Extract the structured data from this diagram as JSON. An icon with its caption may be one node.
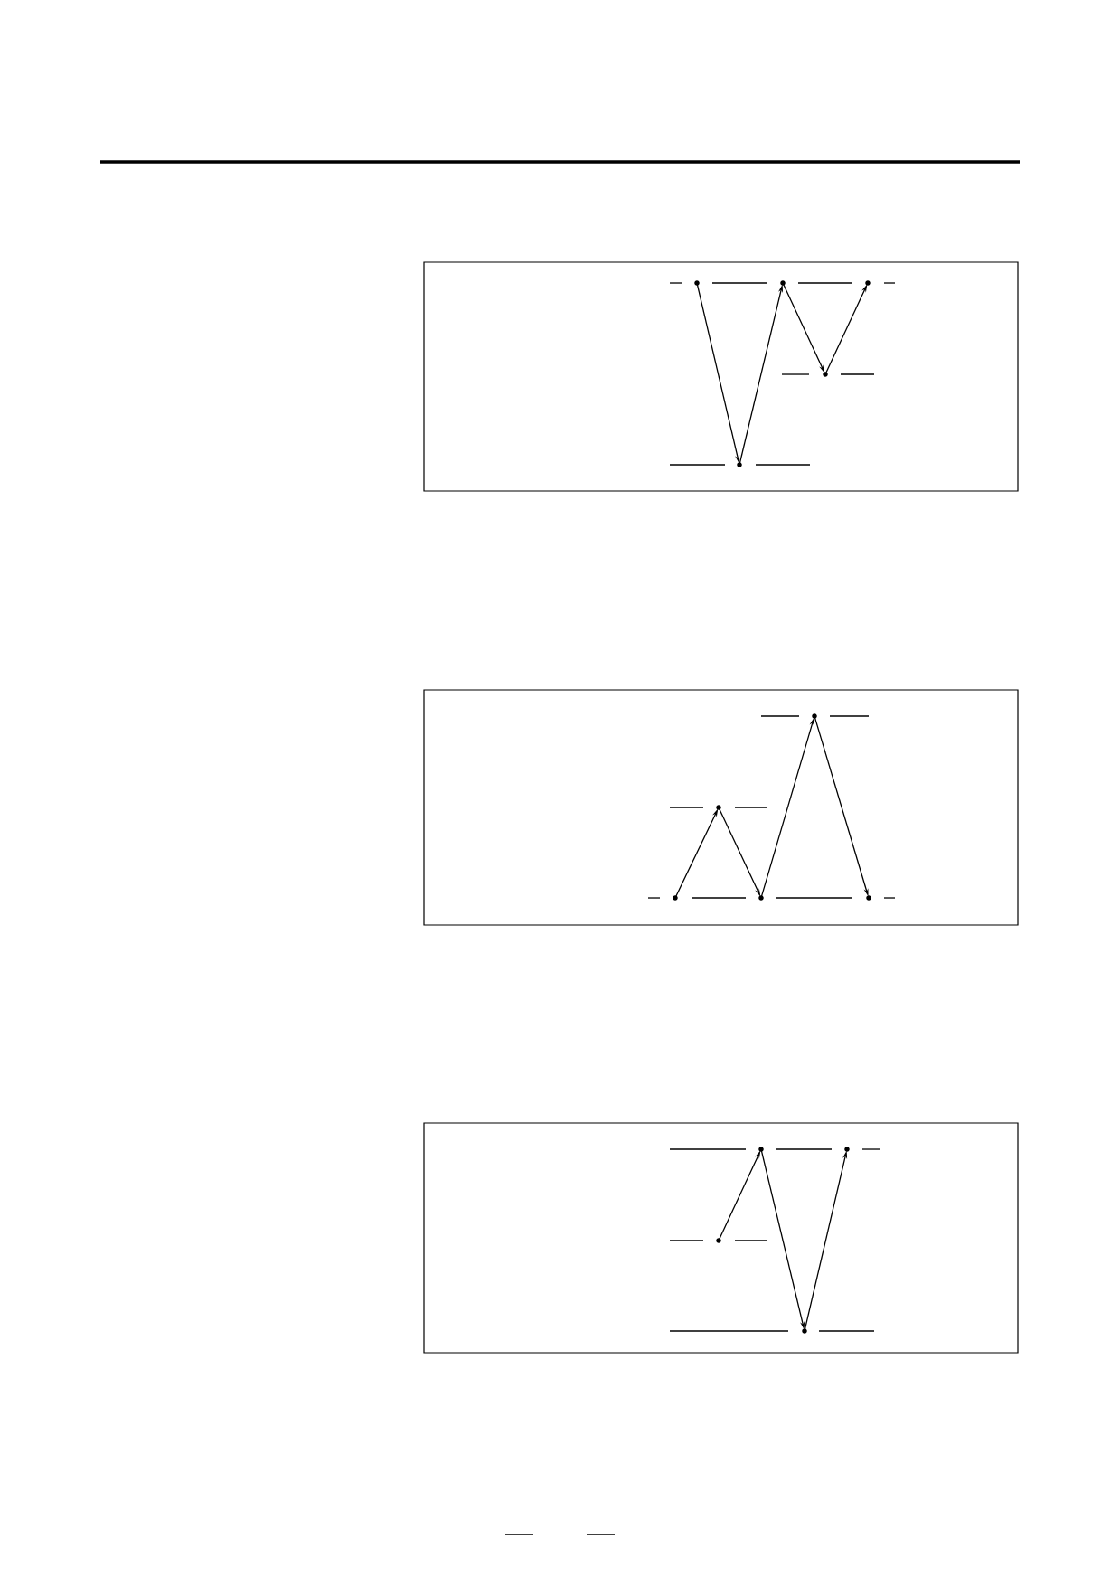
{
  "diagram": {
    "nodes": [
      {
        "text": [],
        "shape": "box"
      },
      {
        "text": [],
        "shape": "circle",
        "in": 0
      },
      {
        "text": [],
        "shape": "circle",
        "in": 0
      },
      {
        "text": [],
        "shape": "circle",
        "in": 0
      },
      {
        "text": [],
        "shape": "circle",
        "in": 0
      },
      {
        "text": [],
        "shape": "circle",
        "in": 0
      },
      {
        "text": [],
        "shape": "box"
      },
      {
        "text": [],
        "shape": "circle",
        "in": 6
      },
      {
        "text": [],
        "shape": "circle",
        "in": 6
      },
      {
        "text": [],
        "shape": "circle",
        "in": 6
      },
      {
        "text": [],
        "shape": "circle",
        "in": 6
      },
      {
        "text": [],
        "shape": "circle",
        "in": 6
      },
      {
        "text": [],
        "shape": "box"
      },
      {
        "text": [],
        "shape": "circle",
        "in": 12
      },
      {
        "text": [],
        "shape": "circle",
        "in": 12
      },
      {
        "text": [],
        "shape": "circle",
        "in": 12
      },
      {
        "text": [],
        "shape": "circle",
        "in": 12
      }
    ],
    "edges": [
      {
        "from": 1,
        "to": 2,
        "arrow": "to"
      },
      {
        "from": 2,
        "to": 3,
        "arrow": "to"
      },
      {
        "from": 3,
        "to": 4,
        "arrow": "to"
      },
      {
        "from": 4,
        "to": 5,
        "arrow": "to"
      },
      {
        "from": 7,
        "to": 8,
        "arrow": "to"
      },
      {
        "from": 8,
        "to": 9,
        "arrow": "to"
      },
      {
        "from": 9,
        "to": 10,
        "arrow": "to"
      },
      {
        "from": 10,
        "to": 11,
        "arrow": "to"
      },
      {
        "from": 13,
        "to": 14,
        "arrow": "to"
      },
      {
        "from": 14,
        "to": 15,
        "arrow": "to"
      },
      {
        "from": 15,
        "to": 16,
        "arrow": "to"
      }
    ]
  }
}
